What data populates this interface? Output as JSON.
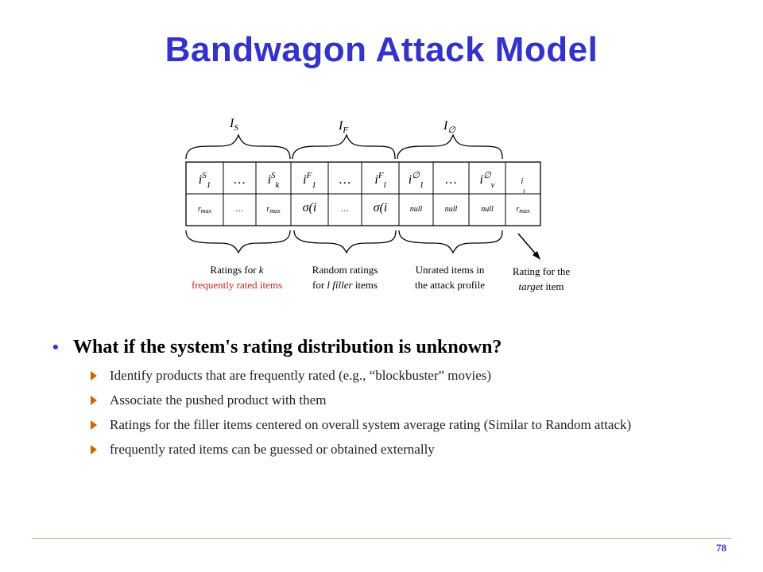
{
  "slide": {
    "title": "Bandwagon Attack Model",
    "page_number": "78"
  },
  "diagram": {
    "sets": [
      {
        "letter": "I",
        "sub": "S"
      },
      {
        "letter": "I",
        "sub": "F"
      },
      {
        "letter": "I",
        "sub": "∅"
      }
    ],
    "header_cells": [
      "i",
      "…",
      "i",
      "i",
      "…",
      "i",
      "i",
      "…",
      "i",
      "i"
    ],
    "header_sups": [
      "S",
      "",
      "S",
      "F",
      "",
      "F",
      "∅",
      "",
      "∅",
      ""
    ],
    "header_subs": [
      "1",
      "",
      "k",
      "1",
      "",
      "l",
      "1",
      "",
      "v",
      "t"
    ],
    "rating_cells": [
      "r",
      "…",
      "r",
      "σ(i",
      "…",
      "σ(i",
      "null",
      "null",
      "null",
      "r"
    ],
    "rating_subs": [
      "max",
      "",
      "max",
      "",
      "",
      "",
      "",
      "",
      "",
      "max"
    ],
    "captions": {
      "selected_line1": "Ratings for",
      "selected_k": "k",
      "selected_line2": "frequently rated items",
      "filler_line1": "Random ratings",
      "filler_for": "for",
      "filler_l": "l filler",
      "filler_items": "items",
      "unrated_line1": "Unrated items in",
      "unrated_line2": "the attack profile",
      "target_line1": "Rating for the",
      "target_word": "target",
      "target_item": "item"
    }
  },
  "bullets": {
    "main": "What if the system's rating distribution is unknown?",
    "subs": [
      "Identify products that are frequently rated (e.g., “blockbuster” movies)",
      "Associate the pushed product with them",
      "Ratings for the filler items centered on overall system average rating (Similar to Random attack)",
      "frequently rated items can be guessed or obtained externally"
    ]
  },
  "colors": {
    "title": "#3333cc",
    "caption_red": "#cc2222",
    "arrow_bullet": "#cc6600"
  }
}
